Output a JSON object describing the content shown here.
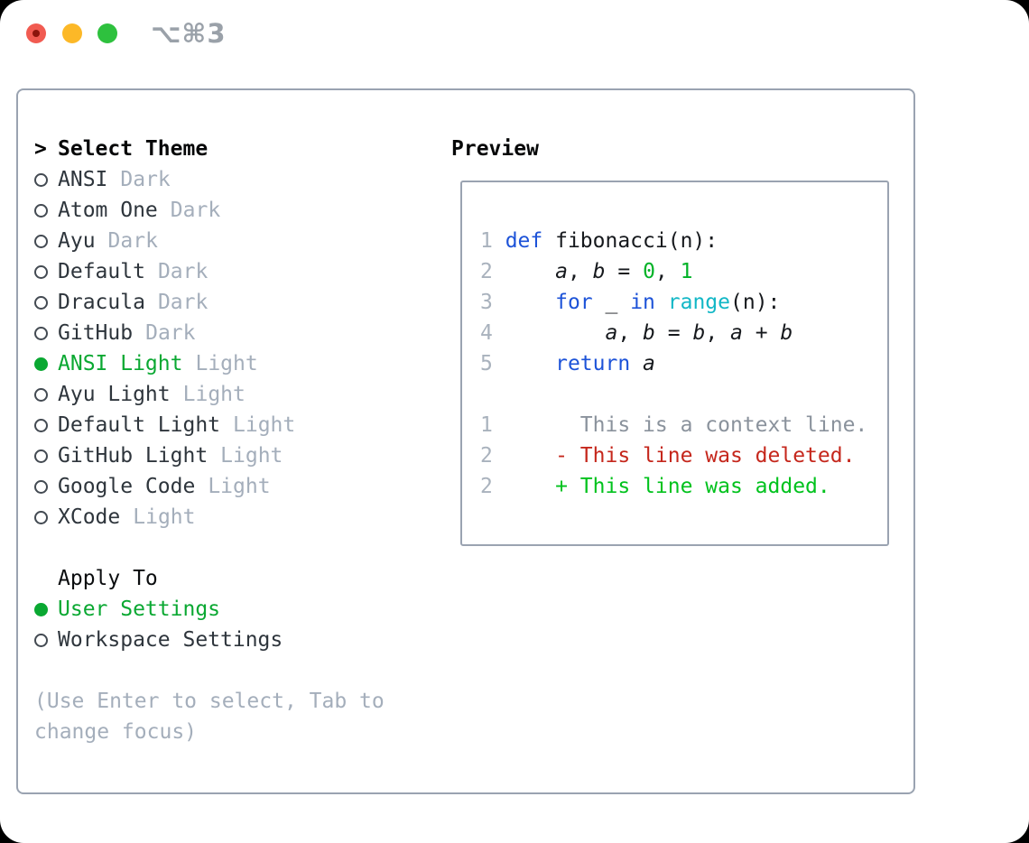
{
  "window": {
    "shortcut_label": "⌥⌘3",
    "traffic_lights": [
      {
        "name": "close",
        "color": "#f15b51"
      },
      {
        "name": "minimize",
        "color": "#fcb827"
      },
      {
        "name": "zoom",
        "color": "#2ec13e"
      }
    ]
  },
  "theme_panel": {
    "prompt": ">",
    "title": "Select Theme",
    "themes": [
      {
        "name": "ANSI",
        "tag": "Dark",
        "selected": false
      },
      {
        "name": "Atom One",
        "tag": "Dark",
        "selected": false
      },
      {
        "name": "Ayu",
        "tag": "Dark",
        "selected": false
      },
      {
        "name": "Default",
        "tag": "Dark",
        "selected": false
      },
      {
        "name": "Dracula",
        "tag": "Dark",
        "selected": false
      },
      {
        "name": "GitHub",
        "tag": "Dark",
        "selected": false
      },
      {
        "name": "ANSI Light",
        "tag": "Light",
        "selected": true
      },
      {
        "name": "Ayu Light",
        "tag": "Light",
        "selected": false
      },
      {
        "name": "Default Light",
        "tag": "Light",
        "selected": false
      },
      {
        "name": "GitHub Light",
        "tag": "Light",
        "selected": false
      },
      {
        "name": "Google Code",
        "tag": "Light",
        "selected": false
      },
      {
        "name": "XCode",
        "tag": "Light",
        "selected": false
      }
    ],
    "apply_title": "Apply To",
    "apply_options": [
      {
        "label": "User Settings",
        "selected": true
      },
      {
        "label": "Workspace Settings",
        "selected": false
      }
    ],
    "hint": "(Use Enter to select, Tab to change focus)"
  },
  "preview": {
    "title": "Preview",
    "lines": [
      {
        "num": "1",
        "segs": [
          {
            "t": "def",
            "s": "kw"
          },
          {
            "t": " fibonacci(n):",
            "s": "plain"
          }
        ]
      },
      {
        "num": "2",
        "segs": [
          {
            "t": "    ",
            "s": "plain"
          },
          {
            "t": "a",
            "s": "var"
          },
          {
            "t": ", ",
            "s": "plain"
          },
          {
            "t": "b",
            "s": "var"
          },
          {
            "t": " = ",
            "s": "plain"
          },
          {
            "t": "0",
            "s": "num"
          },
          {
            "t": ", ",
            "s": "plain"
          },
          {
            "t": "1",
            "s": "num"
          }
        ]
      },
      {
        "num": "3",
        "segs": [
          {
            "t": "    ",
            "s": "plain"
          },
          {
            "t": "for",
            "s": "kw"
          },
          {
            "t": " _ ",
            "s": "plain"
          },
          {
            "t": "in",
            "s": "kw"
          },
          {
            "t": " ",
            "s": "plain"
          },
          {
            "t": "range",
            "s": "builtin"
          },
          {
            "t": "(n):",
            "s": "plain"
          }
        ]
      },
      {
        "num": "4",
        "segs": [
          {
            "t": "        ",
            "s": "plain"
          },
          {
            "t": "a",
            "s": "var"
          },
          {
            "t": ", ",
            "s": "plain"
          },
          {
            "t": "b",
            "s": "var"
          },
          {
            "t": " = ",
            "s": "plain"
          },
          {
            "t": "b",
            "s": "var"
          },
          {
            "t": ", ",
            "s": "plain"
          },
          {
            "t": "a",
            "s": "var"
          },
          {
            "t": " + ",
            "s": "plain"
          },
          {
            "t": "b",
            "s": "var"
          }
        ]
      },
      {
        "num": "5",
        "segs": [
          {
            "t": "    ",
            "s": "plain"
          },
          {
            "t": "return",
            "s": "kw"
          },
          {
            "t": " ",
            "s": "plain"
          },
          {
            "t": "a",
            "s": "var"
          }
        ]
      },
      {
        "blank": true
      },
      {
        "num": "1",
        "segs": [
          {
            "t": "      This is a context line.",
            "s": "ctx"
          }
        ]
      },
      {
        "num": "2",
        "segs": [
          {
            "t": "    - This line was deleted.",
            "s": "del"
          }
        ]
      },
      {
        "num": "2",
        "segs": [
          {
            "t": "    + This line was added.",
            "s": "add"
          }
        ]
      }
    ]
  },
  "colors": {
    "keyword_blue": "#1d53d8",
    "builtin_cyan": "#12b7c6",
    "number_literal_green": "#00b227",
    "deleted_red": "#c5271c",
    "added_green": "#00c21d",
    "context_gray": "#8a929c",
    "line_number_gray": "#a9b2bd",
    "selected_green": "#0aa832",
    "tag_gray": "#a4aebb",
    "border_gray": "#9aa3b1"
  }
}
